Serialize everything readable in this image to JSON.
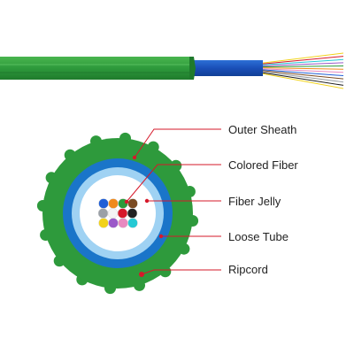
{
  "labels": {
    "outer_sheath": "Outer Sheath",
    "colored_fiber": "Colored Fiber",
    "fiber_jelly": "Fiber Jelly",
    "loose_tube": "Loose Tube",
    "ripcord": "Ripcord"
  },
  "colors": {
    "sheath": "#2e9a3c",
    "sheath_dark": "#1f7a2c",
    "sheath_light": "#58c25f",
    "tube": "#1a75c9",
    "tube_light": "#9fd2f3",
    "jelly": "#ffffff",
    "leader_line": "#d6182a",
    "marker_dot": "#d6182a"
  },
  "fiber_colors": [
    "#1f5fd6",
    "#f08a1c",
    "#2c9a3a",
    "#7a4a22",
    "#9aa0a6",
    "#f4f4f4",
    "#d6182a",
    "#222222",
    "#f2d21a",
    "#9b59c9",
    "#e88ac0",
    "#25c9d4"
  ],
  "strand_colors": [
    "#f2d21a",
    "#d6182a",
    "#25c9d4",
    "#9b59c9",
    "#2c9a3a",
    "#f08a1c",
    "#e88ac0",
    "#1f5fd6",
    "#7a4a22",
    "#9aa0a6",
    "#222222",
    "#f2d21a"
  ]
}
